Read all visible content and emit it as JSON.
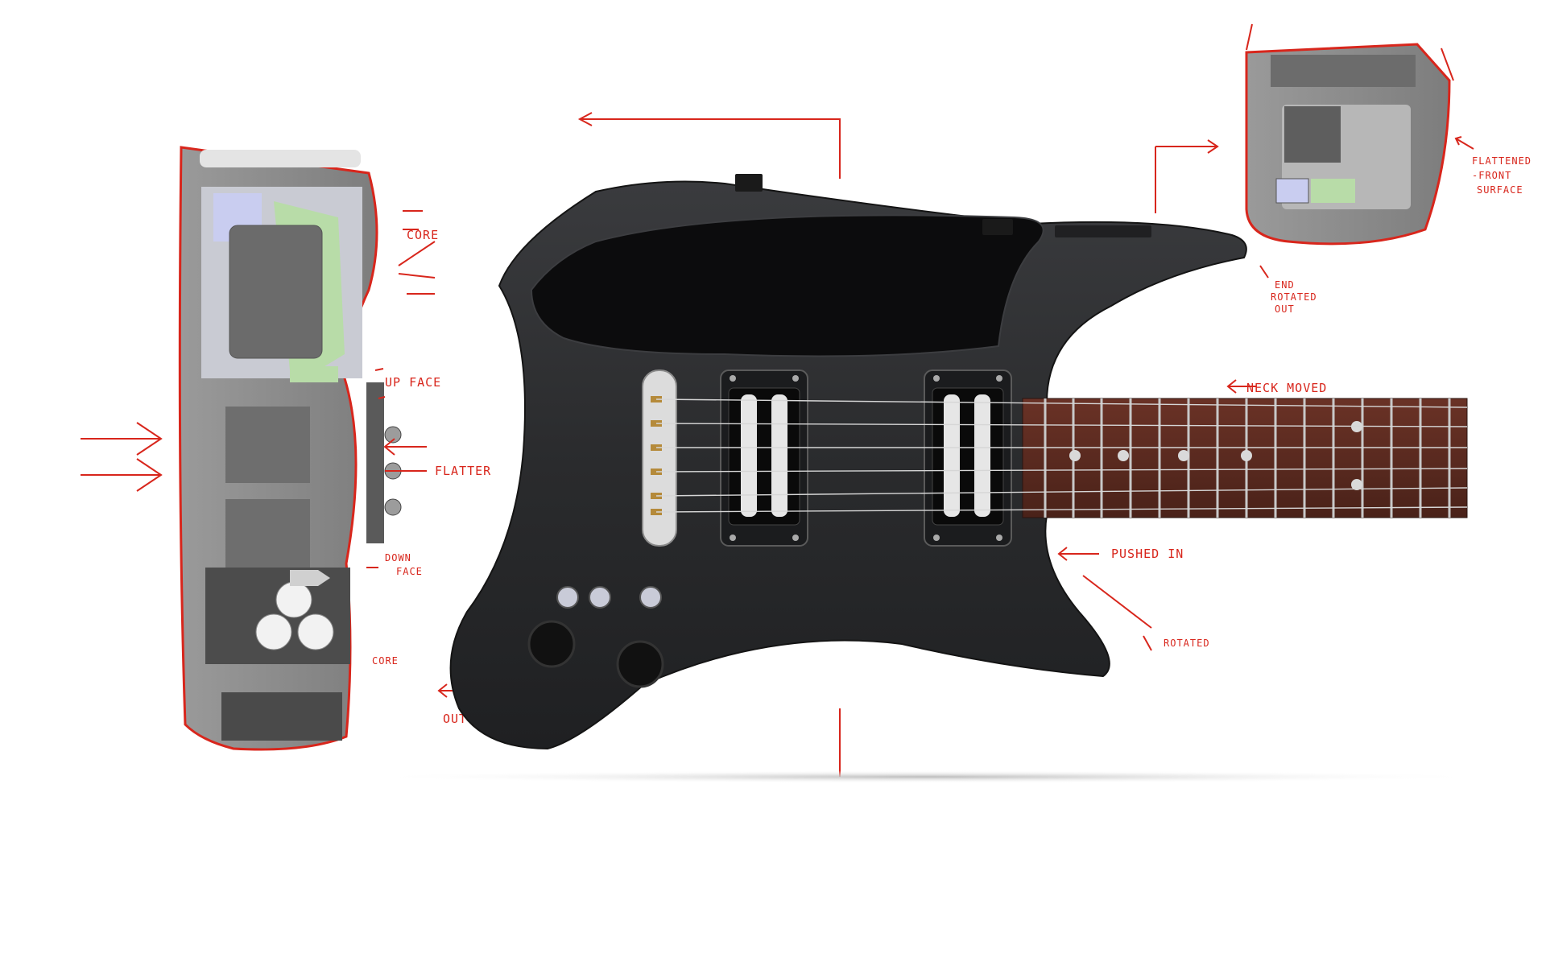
{
  "annotations": {
    "core_top": "CORE",
    "up_face": "UP FACE",
    "flatter": "FLATTER",
    "down_face_1": "DOWN",
    "down_face_2": "FACE",
    "core_bottom": "CORE",
    "out": "OUT",
    "neck_moved": "NECK MOVED",
    "pushed_in": "PUSHED IN",
    "rotated": "ROTATED",
    "end_rotated_1": "END",
    "end_rotated_2": "ROTATED",
    "end_rotated_3": "OUT",
    "flattened_1": "FLATTENED",
    "flattened_2": "-FRONT",
    "flattened_3": "SURFACE"
  },
  "colors": {
    "annotation": "#d8261c",
    "body": "#2b2c2e",
    "fretboard": "#5a2a20",
    "section_grey": "#8e8e8e",
    "accent_green": "#b8dca8",
    "accent_blue": "#c9cdf0"
  },
  "fret_markers": [
    3,
    5,
    7,
    9,
    12
  ]
}
